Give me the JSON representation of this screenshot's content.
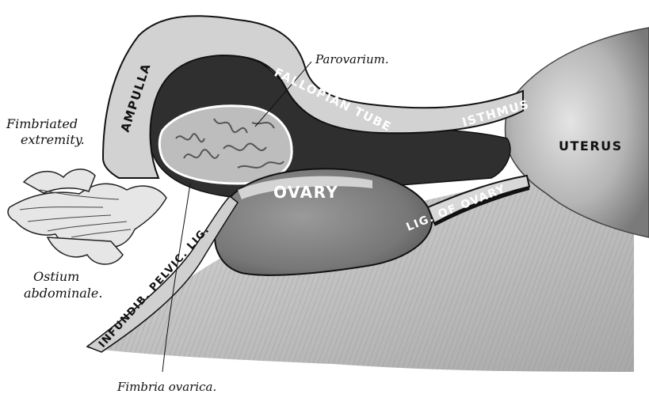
{
  "labels": {
    "ampulla": "AMPULLA",
    "fallopian_tube": "FALLOPIAN TUBE",
    "isthmus": "ISTHMUS",
    "uterus": "UTERUS",
    "ovary": "OVARY",
    "lig_of_ovary": "LIG. OF OVARY",
    "infundib_pelvic_lig": "INFUNDIB. PELVIC. LIG.",
    "parovarium": "Parovarium.",
    "fimbriated_line1": "Fimbriated",
    "fimbriated_line2": "extremity.",
    "ostium_line1": "Ostium",
    "ostium_line2": "abdominale.",
    "fimbria_ovarica": "Fimbria ovarica."
  },
  "colors": {
    "background": "#ffffff",
    "tissue_dark": "#2f2f2f",
    "tissue_mid": "#8a8a8a",
    "tissue_light": "#cfcfcf",
    "outline": "#111111"
  }
}
